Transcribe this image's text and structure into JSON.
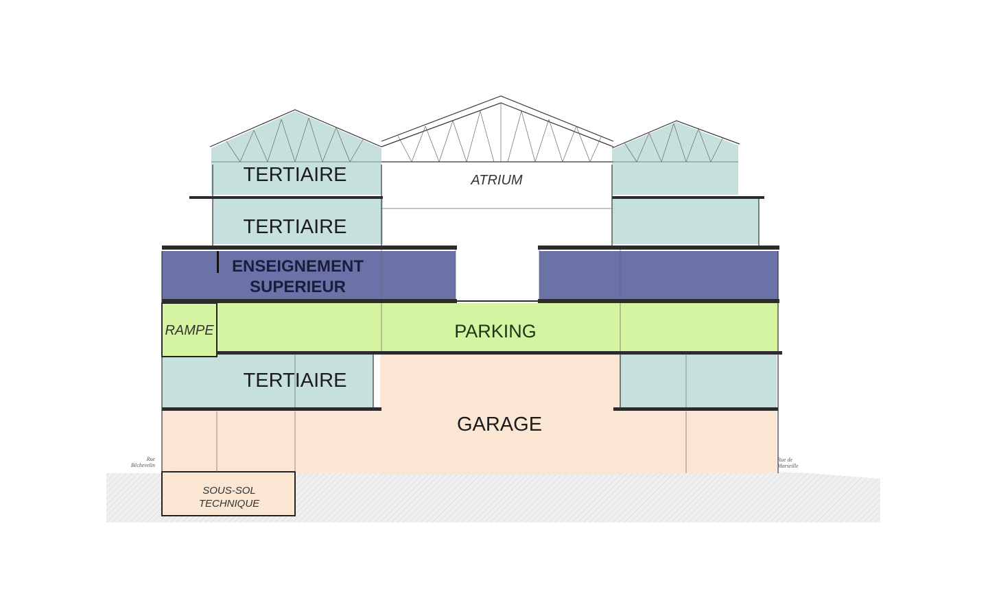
{
  "labels": {
    "tertiaire_top": "TERTIAIRE",
    "tertiaire_mid": "TERTIAIRE",
    "tertiaire_low": "TERTIAIRE",
    "atrium": "ATRIUM",
    "enseignement_1": "ENSEIGNEMENT",
    "enseignement_2": "SUPERIEUR",
    "rampe": "RAMPE",
    "parking": "PARKING",
    "garage": "GARAGE",
    "sous_sol_1": "SOUS-SOL",
    "sous_sol_2": "TECHNIQUE",
    "rue_left_1": "Rue",
    "rue_left_2": "Bêchevelin",
    "rue_right_1": "Rue de",
    "rue_right_2": "Marseille"
  },
  "colors": {
    "tertiaire": "#c6e0de",
    "enseignement": "#6a72a8",
    "parking": "#d4f4a2",
    "garage": "#fae6d2",
    "ground": "#e8e8e8"
  }
}
